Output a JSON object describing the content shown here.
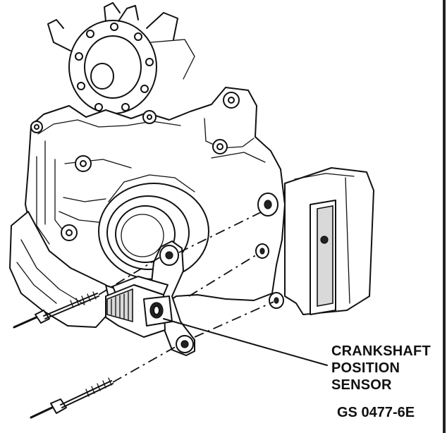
{
  "callout": {
    "line1": "CRANKSHAFT",
    "line2": "POSITION",
    "line3": "SENSOR"
  },
  "figure_code": "GS 0477-6E"
}
